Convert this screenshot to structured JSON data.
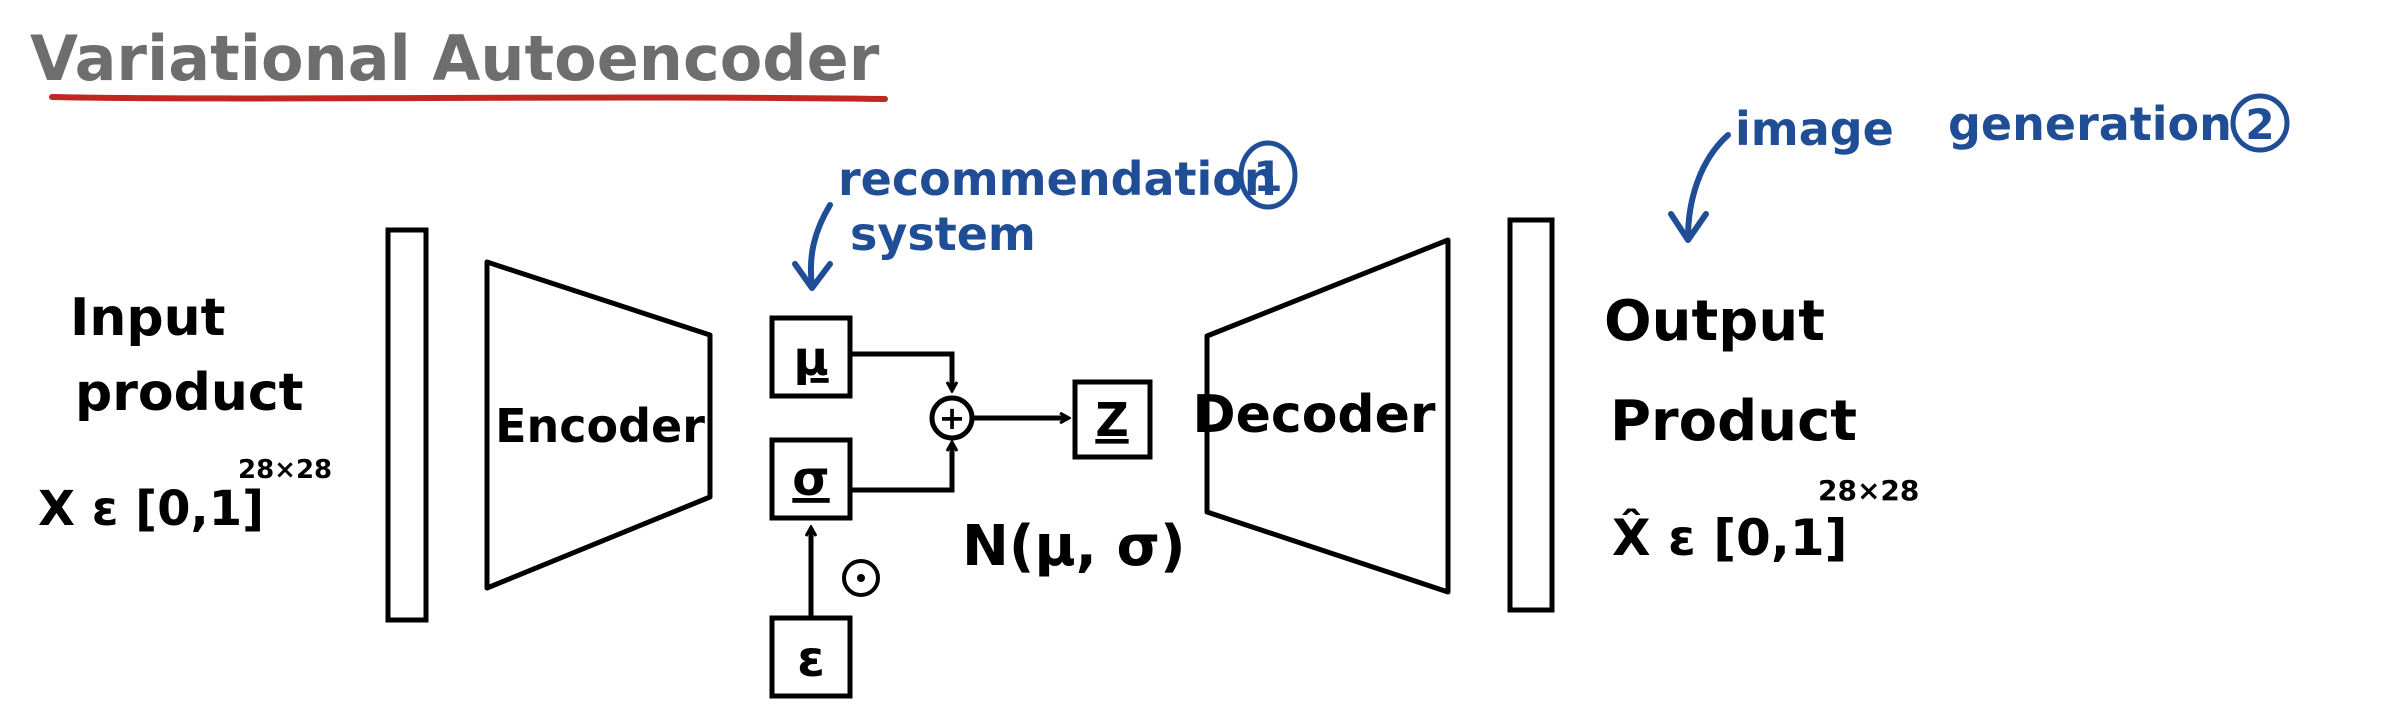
{
  "title": "Variational Autoencoder",
  "colors": {
    "ink": "#000000",
    "title": "#6e6e6e",
    "underline": "#c0281f",
    "annotation": "#1f4e96"
  },
  "input": {
    "line1": "Input",
    "line2": "product",
    "math": "X ε [0,1]",
    "sup": "28×28"
  },
  "encoder": {
    "label": "Encoder"
  },
  "mu": {
    "label": "μ"
  },
  "sigma": {
    "label": "σ"
  },
  "epsilon": {
    "label": "ε"
  },
  "dot_op": "⊙",
  "plus_op": "+",
  "z": {
    "label": "Z"
  },
  "normal": {
    "text": "N(μ, σ)"
  },
  "decoder": {
    "label": "Decoder"
  },
  "output": {
    "line1": "Output",
    "line2": "Product",
    "math": "X̂ ε [0,1]",
    "sup": "28×28"
  },
  "annotation_1": {
    "line1": "recommendation",
    "line2": "system",
    "badge": "1"
  },
  "annotation_2": {
    "line1": "image",
    "line2": "generation",
    "badge": "2"
  }
}
